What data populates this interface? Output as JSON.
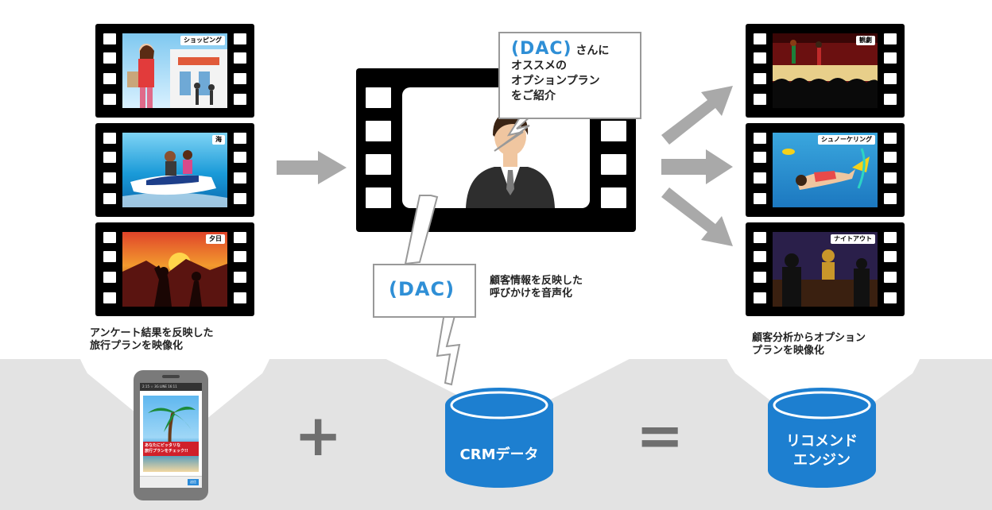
{
  "colors": {
    "band": "#e3e3e3",
    "arrow": "#a9a9a9",
    "accent_blue": "#2f8fd6",
    "db_blue": "#1d7fd0",
    "operator": "#6f6f6f"
  },
  "left": {
    "films": [
      {
        "tag": "ショッピング",
        "scene": "shopping"
      },
      {
        "tag": "海",
        "scene": "jet-ski"
      },
      {
        "tag": "夕日",
        "scene": "sunset"
      }
    ],
    "caption": [
      "アンケート結果を反映した",
      "旅行プランを映像化"
    ],
    "phone": {
      "status": "2:15 ☆ 3G LINE 16:11",
      "banner": [
        "あなたにピッタリな",
        "旅行プランをチェック!!"
      ],
      "send": "送信"
    }
  },
  "center": {
    "speech": {
      "dac": "(DAC)",
      "suffix": "さんに",
      "lines": [
        "オススメの",
        "オプションプラン",
        "をご紹介"
      ]
    },
    "voice": {
      "dac": "(DAC)"
    },
    "caption": [
      "顧客情報を反映した",
      "呼びかけを音声化"
    ],
    "db_label": "CRMデータ"
  },
  "right": {
    "films": [
      {
        "tag": "観劇",
        "scene": "theater"
      },
      {
        "tag": "シュノーケリング",
        "scene": "snorkeling"
      },
      {
        "tag": "ナイトアウト",
        "scene": "nightout"
      }
    ],
    "caption": [
      "顧客分析からオプション",
      "プランを映像化"
    ],
    "db_label": [
      "リコメンド",
      "エンジン"
    ]
  },
  "operators": {
    "plus": "+",
    "equals": "="
  }
}
